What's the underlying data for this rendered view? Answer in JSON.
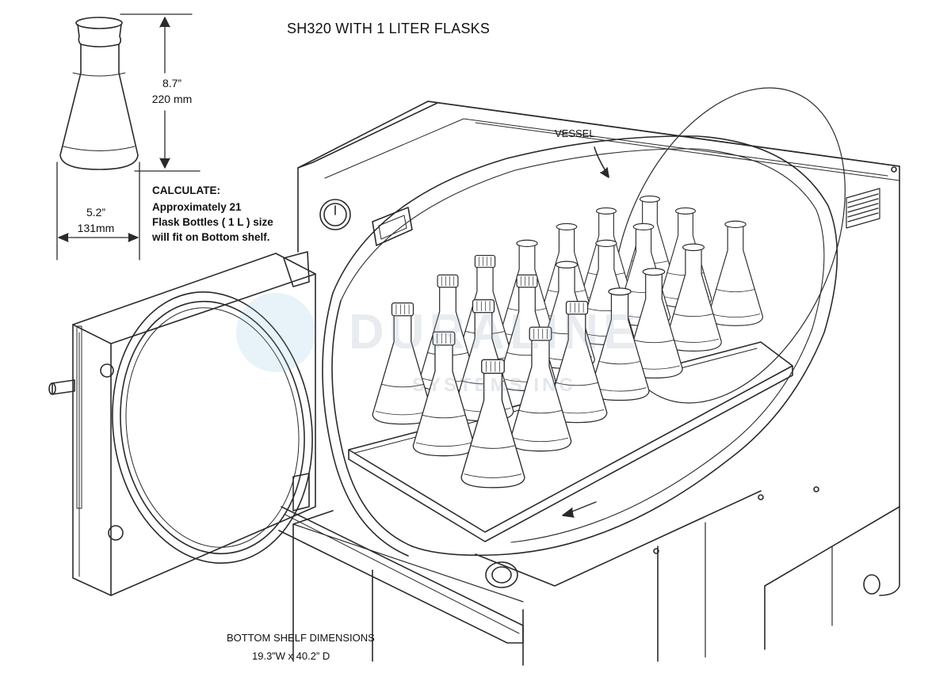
{
  "title": "SH320 WITH 1 LITER FLASKS",
  "flask_dimensions": {
    "height_in": "8.7”",
    "height_mm": "220 mm",
    "width_in": "5.2”",
    "width_mm": "131mm"
  },
  "calculation": {
    "heading": "CALCULATE:",
    "line1": "Approximately  21",
    "line2": "Flask Bottles ( 1 L ) size",
    "line3": "will fit on Bottom shelf."
  },
  "vessel_label": "VESSEL",
  "bottom_shelf": {
    "heading": "BOTTOM SHELF DIMENSIONS",
    "dimensions": "19.3”W x 40.2” D"
  },
  "watermark": {
    "line1": "DURALINE",
    "line2": "SYSTEMS INC"
  },
  "flask_count": 21,
  "colors": {
    "line": "#2a2a2a",
    "watermark": "#9ab0c0"
  }
}
